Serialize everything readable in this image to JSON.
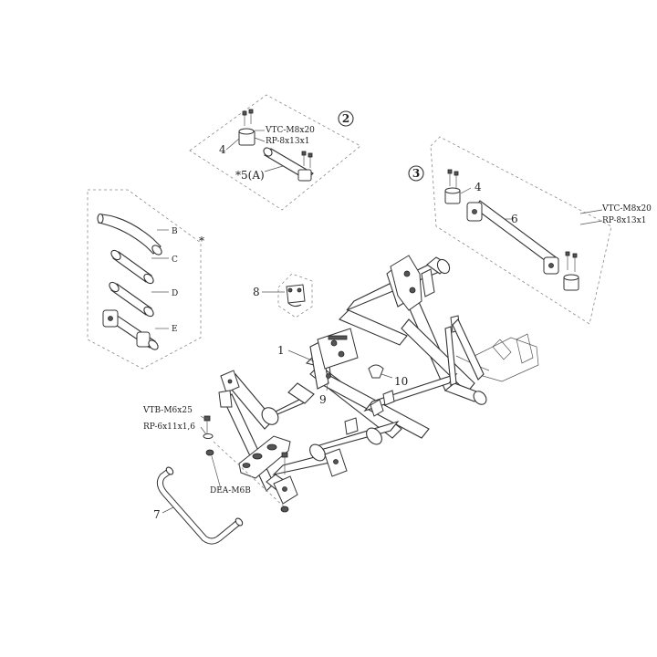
{
  "labels": {
    "group_2": "2",
    "group_3": "3",
    "vtc_a": "VTC-M8x20",
    "rp_a": "RP-8x13x1",
    "part_4a": "4",
    "part_5a": "*5(A)",
    "part_4b": "4",
    "part_6": "6",
    "vtc_b": "VTC-M8x20",
    "rp_b": "RP-8x13x1",
    "part_b": "B",
    "part_c": "C",
    "part_d": "D",
    "part_e": "E",
    "star": "*",
    "part_8": "8",
    "part_1": "1",
    "part_10": "10",
    "part_9": "9",
    "vtb": "VTB-M6x25",
    "rp_c": "RP-6x11x1,6",
    "dea": "DEA-M6B",
    "part_7": "7"
  }
}
